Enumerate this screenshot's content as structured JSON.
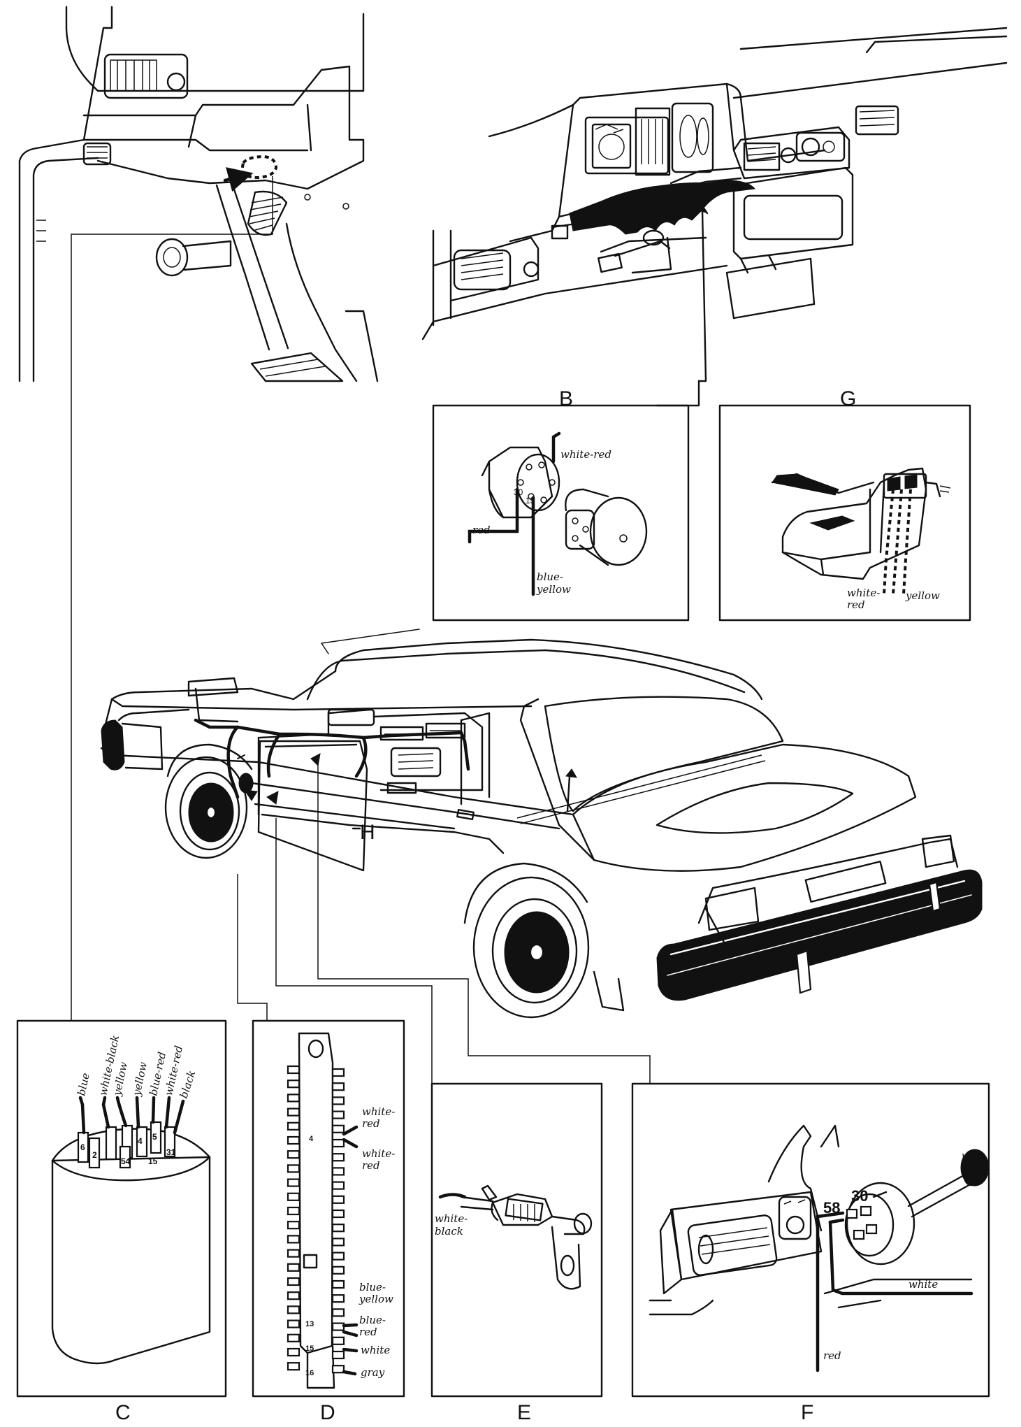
{
  "panels": {
    "B": {
      "letter": "B",
      "wires": [
        "white-red",
        "red",
        "blue-",
        "yellow"
      ],
      "terminals": [
        "15",
        "30"
      ]
    },
    "G": {
      "letter": "G",
      "wires": [
        "white-",
        "red",
        "yellow"
      ]
    },
    "C": {
      "letter": "C",
      "wires": [
        "blue",
        "white-black",
        "yellow",
        "yellow",
        "blue-red",
        "white-red",
        "black"
      ],
      "terminals": [
        "6",
        "2",
        "4",
        "5",
        "15",
        "31",
        "54"
      ]
    },
    "D": {
      "letter": "D",
      "wires": [
        "white-",
        "red",
        "white-",
        "red",
        "blue-",
        "yellow",
        "blue-",
        "red",
        "white",
        "gray"
      ],
      "terminals": [
        "4",
        "13",
        "15",
        "16"
      ]
    },
    "E": {
      "letter": "E",
      "wires": [
        "white-",
        "black"
      ]
    },
    "F": {
      "letter": "F",
      "wires": [
        "white",
        "red"
      ],
      "terminals": [
        "58",
        "30"
      ]
    },
    "H": {
      "letter": "H"
    }
  }
}
